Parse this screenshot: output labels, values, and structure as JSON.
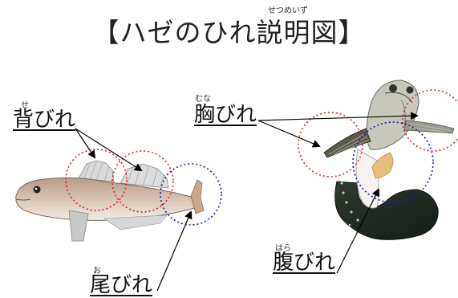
{
  "title": "【ハゼのひれ説明図】",
  "title_ruby": "せつめいず",
  "labels": {
    "dorsal": {
      "text": "背びれ",
      "ruby": "せ"
    },
    "pectoral": {
      "text": "胸びれ",
      "ruby": "むな"
    },
    "caudal": {
      "text": "尾びれ",
      "ruby": "お"
    },
    "ventral": {
      "text": "腹びれ",
      "ruby": "はら"
    }
  },
  "colors": {
    "circle_red": "#e0202a",
    "circle_blue": "#1d1daa",
    "arrow": "#000000"
  }
}
